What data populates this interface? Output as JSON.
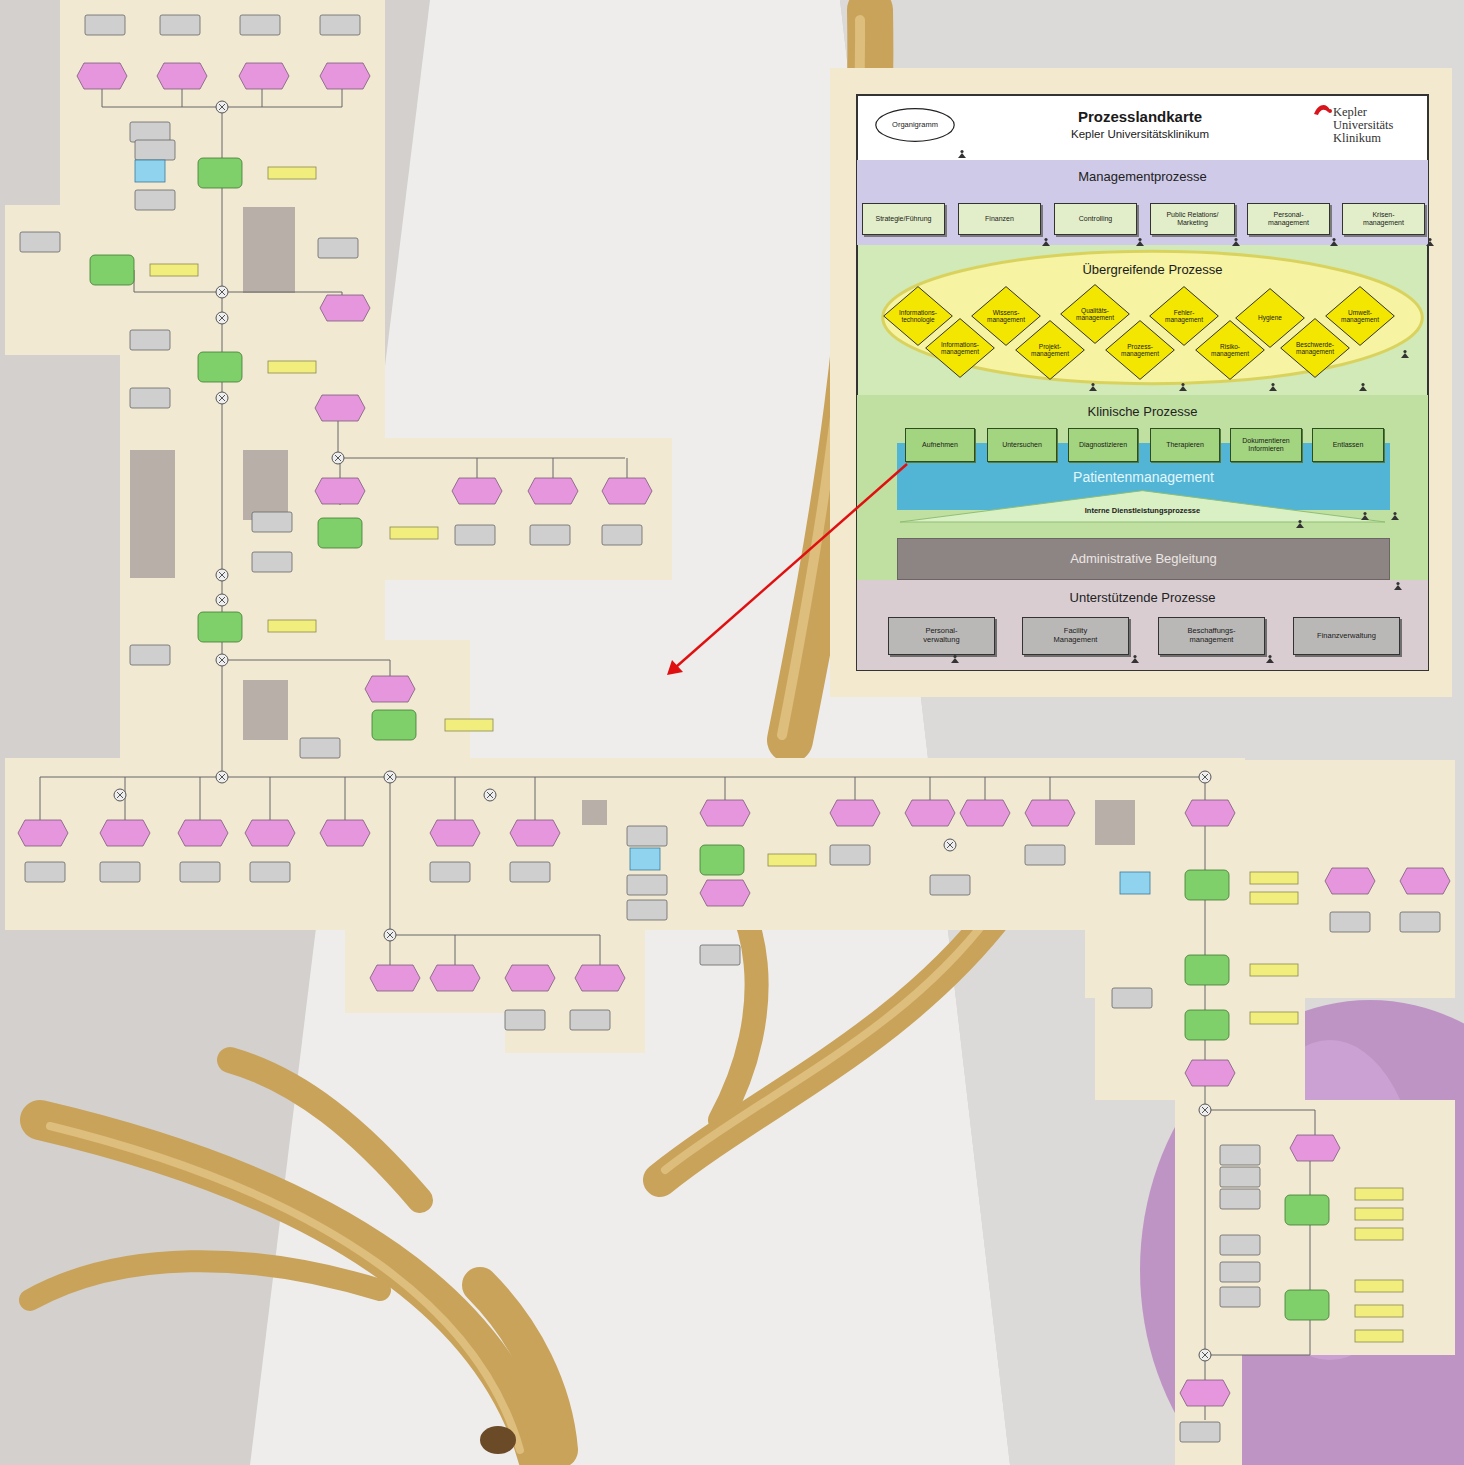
{
  "diagram": {
    "title": "Prozesslandkarte",
    "nodes": [
      {
        "text": [
          "Organigramm"
        ]
      },
      {
        "text": [
          "Managementprozesse"
        ]
      },
      {
        "text": [
          "Strategie/Führung"
        ],
        "in": 1
      },
      {
        "text": [
          "Finanzen"
        ],
        "in": 1
      },
      {
        "text": [
          "Controlling"
        ],
        "in": 1
      },
      {
        "text": [
          "Public Relations/ Marketing"
        ],
        "in": 1
      },
      {
        "text": [
          "Personal- management"
        ],
        "in": 1
      },
      {
        "text": [
          "Krisen- management"
        ],
        "in": 1
      },
      {
        "text": [
          "Übergreifende Prozesse"
        ]
      },
      {
        "text": [
          "Informations- technologie"
        ],
        "in": 8
      },
      {
        "text": [
          "Wissens- management"
        ],
        "in": 8
      },
      {
        "text": [
          "Qualitäts- management"
        ],
        "in": 8
      },
      {
        "text": [
          "Fehler- management"
        ],
        "in": 8
      },
      {
        "text": [
          "Hygiene"
        ],
        "in": 8
      },
      {
        "text": [
          "Umwelt- management"
        ],
        "in": 8
      },
      {
        "text": [
          "Informations- management"
        ],
        "in": 8
      },
      {
        "text": [
          "Projekt- management"
        ],
        "in": 8
      },
      {
        "text": [
          "Prozess- management"
        ],
        "in": 8
      },
      {
        "text": [
          "Risiko- management"
        ],
        "in": 8
      },
      {
        "text": [
          "Beschwerde- management"
        ],
        "in": 8
      },
      {
        "text": [
          "Klinische Prozesse"
        ]
      },
      {
        "text": [
          "Aufnehmen"
        ],
        "in": 20
      },
      {
        "text": [
          "Untersuchen"
        ],
        "in": 20
      },
      {
        "text": [
          "Diagnostizieren"
        ],
        "in": 20
      },
      {
        "text": [
          "Therapieren"
        ],
        "in": 20
      },
      {
        "text": [
          "Dokumentieren Informieren"
        ],
        "in": 20
      },
      {
        "text": [
          "Entlassen"
        ],
        "in": 20
      },
      {
        "text": [
          "Patientenmanagement"
        ],
        "in": 20
      },
      {
        "text": [
          "Interne Dienstleistungsprozesse"
        ],
        "in": 20
      },
      {
        "text": [
          "Administrative Begleitung"
        ],
        "in": 20
      },
      {
        "text": [
          "Unterstützende Prozesse"
        ]
      },
      {
        "text": [
          "Personal- verwaltung"
        ],
        "in": 30
      },
      {
        "text": [
          "Facility Management"
        ],
        "in": 30
      },
      {
        "text": [
          "Beschaffungs- management"
        ],
        "in": 30
      },
      {
        "text": [
          "Finanzverwaltung"
        ],
        "in": 30
      }
    ],
    "labels": [
      "Kepler Universitätsklinikum",
      "Kepler Universitäts Klinikum"
    ]
  }
}
